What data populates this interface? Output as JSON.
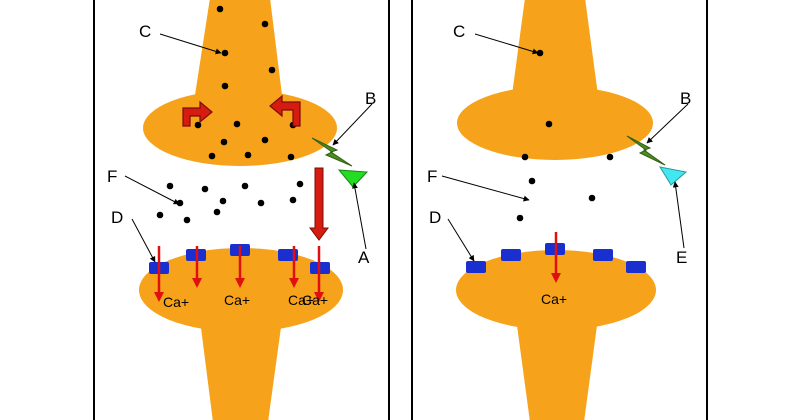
{
  "colors": {
    "neuron": "#f7a21b",
    "receptor": "#1a2fd0",
    "arrow": "#e01010",
    "curved_arrow": "#d61b10",
    "lightning": "#4a8f1f",
    "triangle_a": "#22dd22",
    "triangle_e": "#44e6f0",
    "border": "#000000"
  },
  "icons": [
    "lightning-bolt-icon",
    "triangle-icon",
    "curved-arrow-icon",
    "down-arrow-icon",
    "receptor-icon"
  ],
  "left_panel": {
    "labels": {
      "c": "C",
      "b": "B",
      "f": "F",
      "d": "D",
      "a": "A"
    },
    "ion_labels": [
      "Ca+",
      "Ca+",
      "Ca+",
      "Ca+"
    ]
  },
  "right_panel": {
    "labels": {
      "c": "C",
      "b": "B",
      "f": "F",
      "d": "D",
      "e": "E"
    },
    "ion_labels": [
      "Ca+"
    ]
  }
}
